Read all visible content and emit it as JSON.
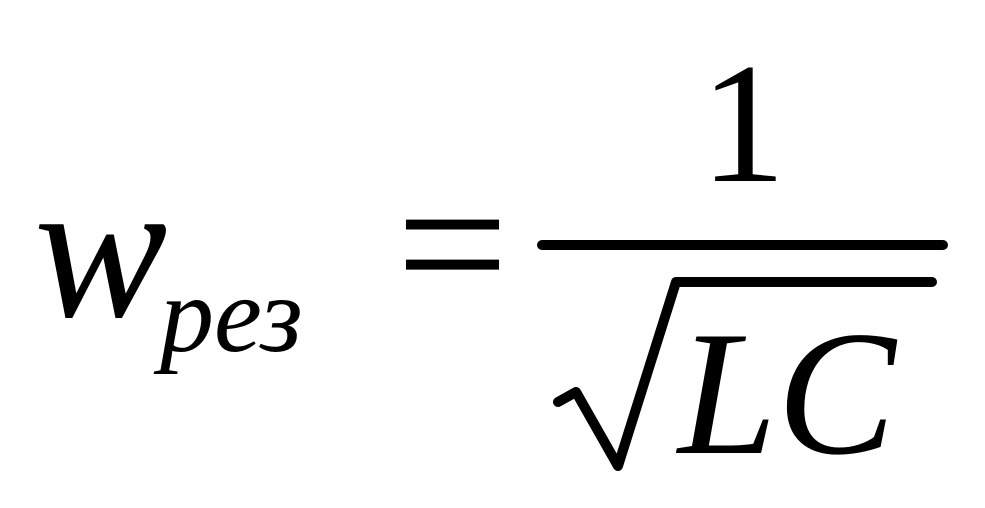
{
  "formula": {
    "lhs_symbol": "w",
    "lhs_subscript": "рез",
    "equals": "=",
    "numerator": "1",
    "radicand": "LC"
  },
  "colors": {
    "ink": "#000000",
    "background": "#ffffff"
  },
  "icons": {
    "radical": "square-root-sign"
  }
}
